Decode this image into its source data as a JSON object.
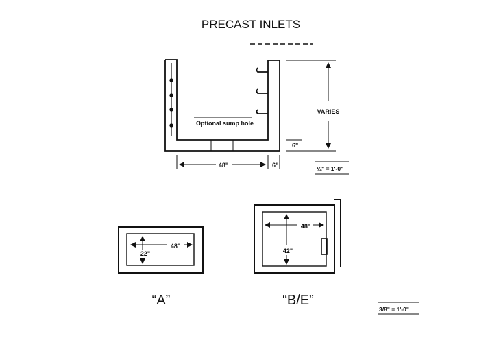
{
  "title": "PRECAST INLETS",
  "section_view": {
    "sump_label": "Optional sump hole",
    "varies_label": "VARIES",
    "wall_thickness": "6\"",
    "inside_width": "48\"",
    "side_wall": "6\"",
    "scale": "¼\" = 1'-0\""
  },
  "plan_a": {
    "width": "48\"",
    "height": "22\"",
    "caption": "“A”"
  },
  "plan_be": {
    "width": "48\"",
    "height": "42\"",
    "caption": "“B/E”"
  },
  "plan_scale": "3/8\" = 1'-0\""
}
